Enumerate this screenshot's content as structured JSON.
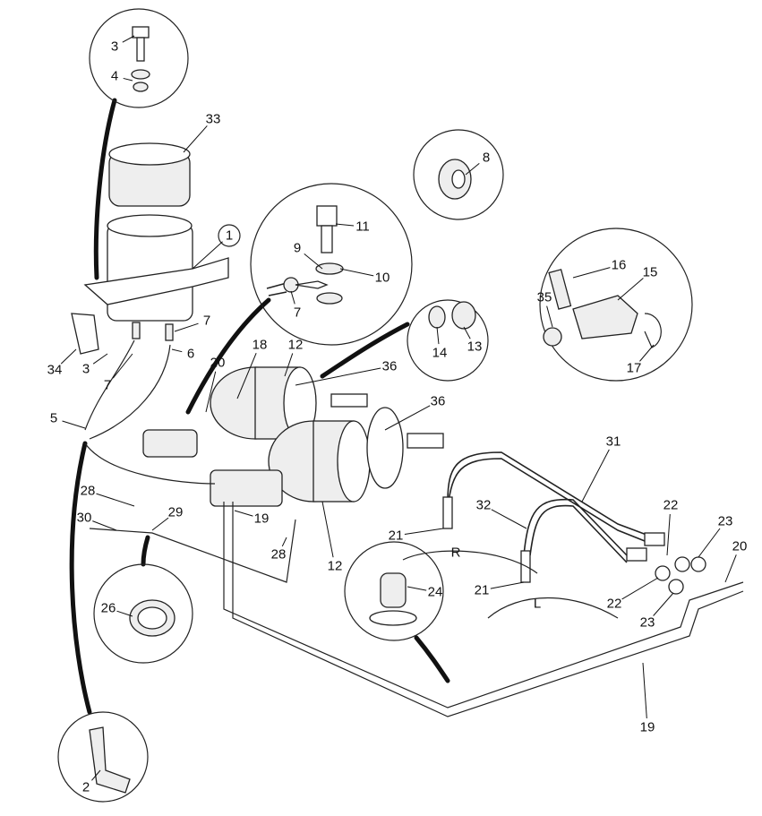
{
  "diagram": {
    "callouts": [
      {
        "id": "c3a",
        "text": "3"
      },
      {
        "id": "c4",
        "text": "4"
      },
      {
        "id": "c33",
        "text": "33"
      },
      {
        "id": "c1",
        "text": "1"
      },
      {
        "id": "c8",
        "text": "8"
      },
      {
        "id": "c11",
        "text": "11"
      },
      {
        "id": "c9",
        "text": "9"
      },
      {
        "id": "c10",
        "text": "10"
      },
      {
        "id": "c7a",
        "text": "7"
      },
      {
        "id": "c16",
        "text": "16"
      },
      {
        "id": "c15",
        "text": "15"
      },
      {
        "id": "c35",
        "text": "35"
      },
      {
        "id": "c17",
        "text": "17"
      },
      {
        "id": "c14",
        "text": "14"
      },
      {
        "id": "c13",
        "text": "13"
      },
      {
        "id": "c7b",
        "text": "7"
      },
      {
        "id": "c6",
        "text": "6"
      },
      {
        "id": "c34",
        "text": "34"
      },
      {
        "id": "c3b",
        "text": "3"
      },
      {
        "id": "c7c",
        "text": "7"
      },
      {
        "id": "c18",
        "text": "18"
      },
      {
        "id": "c12a",
        "text": "12"
      },
      {
        "id": "c20a",
        "text": "20"
      },
      {
        "id": "c36a",
        "text": "36"
      },
      {
        "id": "c36b",
        "text": "36"
      },
      {
        "id": "c5",
        "text": "5"
      },
      {
        "id": "c31",
        "text": "31"
      },
      {
        "id": "c28a",
        "text": "28"
      },
      {
        "id": "c29",
        "text": "29"
      },
      {
        "id": "c30",
        "text": "30"
      },
      {
        "id": "c19a",
        "text": "19"
      },
      {
        "id": "c32",
        "text": "32"
      },
      {
        "id": "c21a",
        "text": "21"
      },
      {
        "id": "c22a",
        "text": "22"
      },
      {
        "id": "c23a",
        "text": "23"
      },
      {
        "id": "c20b",
        "text": "20"
      },
      {
        "id": "c12b",
        "text": "12"
      },
      {
        "id": "c28b",
        "text": "28"
      },
      {
        "id": "c24",
        "text": "24"
      },
      {
        "id": "c21b",
        "text": "21"
      },
      {
        "id": "c22b",
        "text": "22"
      },
      {
        "id": "c23b",
        "text": "23"
      },
      {
        "id": "c26",
        "text": "26"
      },
      {
        "id": "c19b",
        "text": "19"
      },
      {
        "id": "c2",
        "text": "2"
      }
    ],
    "wheel_labels": {
      "right": "R",
      "left": "L"
    }
  }
}
